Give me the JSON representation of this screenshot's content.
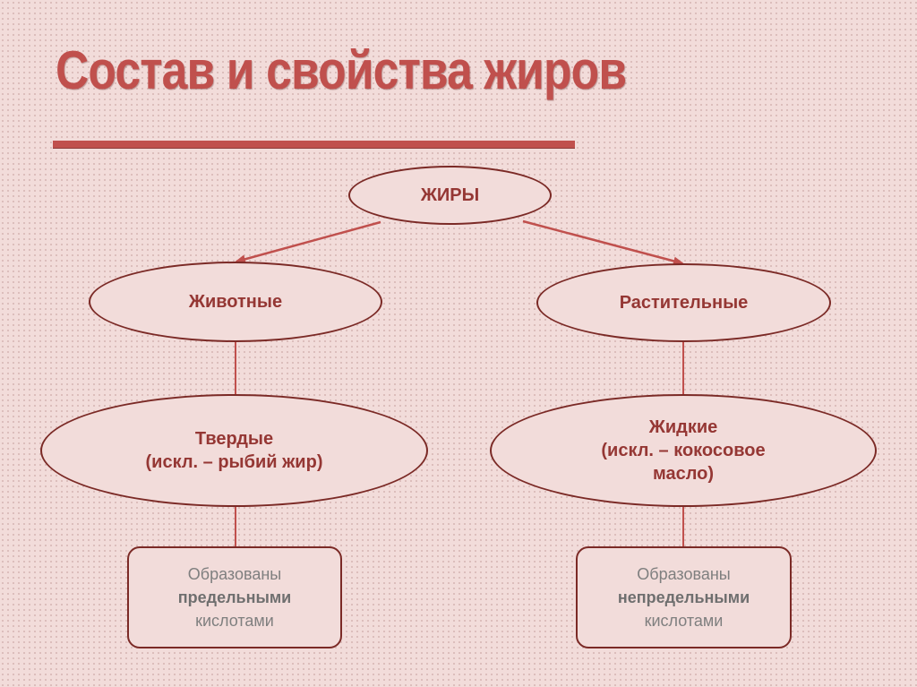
{
  "title": "Состав и свойства жиров",
  "root": {
    "label": "ЖИРЫ"
  },
  "left": {
    "category": "Животные",
    "state": "Твердые",
    "exception": "(искл. – рыбий жир)",
    "composition": [
      "Образованы",
      "предельными",
      "кислотами"
    ]
  },
  "right": {
    "category": "Растительные",
    "state": "Жидкие",
    "exception_line1": "(искл. – кокосовое",
    "exception_line2": "масло)",
    "composition": [
      "Образованы",
      "непредельными",
      "кислотами"
    ]
  },
  "colors": {
    "title": "#c0504d",
    "node_text": "#953734",
    "node_border": "#7b2a26",
    "connector": "#c0504d",
    "background": "#f2dcda"
  }
}
